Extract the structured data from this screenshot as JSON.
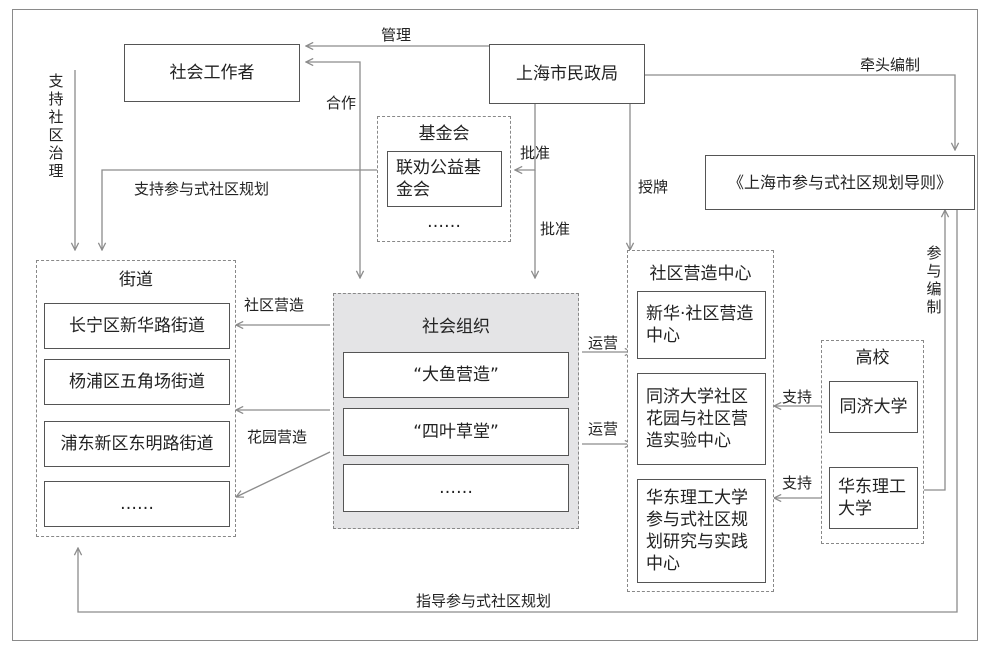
{
  "nodes": {
    "social_worker": "社会工作者",
    "civil_affairs": "上海市民政局",
    "guideline": "《上海市参与式社区规划导则》",
    "foundation": {
      "title": "基金会",
      "item1": "联劝公益基金会",
      "item2": "……"
    },
    "street": {
      "title": "街道",
      "items": [
        "长宁区新华路街道",
        "杨浦区五角场街道",
        "浦东新区东明路街道",
        "……"
      ]
    },
    "social_org": {
      "title": "社会组织",
      "items": [
        "“大鱼营造”",
        "“四叶草堂”",
        "……"
      ]
    },
    "center": {
      "title": "社区营造中心",
      "items": [
        "新华·社区营造中心",
        "同济大学社区花园与社区营造实验中心",
        "华东理工大学参与式社区规划研究与实践中心"
      ]
    },
    "university": {
      "title": "高校",
      "items": [
        "同济大学",
        "华东理工大学"
      ]
    }
  },
  "edges": {
    "manage": "管理",
    "lead_compile": "牵头编制",
    "support_governance": "支持社区治理",
    "cooperate": "合作",
    "approve1": "批准",
    "approve2": "批准",
    "support_planning": "支持参与式社区规划",
    "authorize": "授牌",
    "participate_compile": "参与编制",
    "community_building": "社区营造",
    "garden_building": "花园营造",
    "operate1": "运营",
    "operate2": "运营",
    "support1": "支持",
    "support2": "支持",
    "guide_planning": "指导参与式社区规划"
  },
  "colors": {
    "line": "#8c8c8c",
    "box_border": "#555555",
    "dashed": "#888888",
    "grey_fill": "#e4e4e6"
  }
}
